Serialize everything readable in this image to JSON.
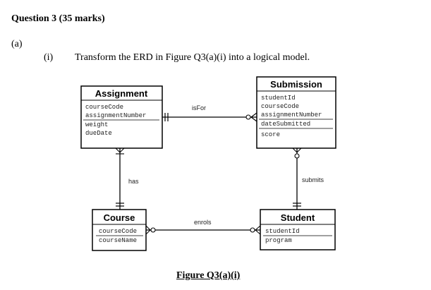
{
  "question": {
    "title": "Question 3 (35 marks)",
    "part": "(a)",
    "subpart": "(i)",
    "instruction": "Transform the ERD in Figure Q3(a)(i) into a logical model."
  },
  "entities": {
    "assignment": {
      "name": "Assignment",
      "attributes": [
        "courseCode",
        "assignmentNumber",
        "weight",
        "dueDate"
      ]
    },
    "submission": {
      "name": "Submission",
      "attributes": [
        "studentId",
        "courseCode",
        "assignmentNumber",
        "dateSubmitted",
        "score"
      ]
    },
    "course": {
      "name": "Course",
      "attributes": [
        "courseCode",
        "courseName"
      ]
    },
    "student": {
      "name": "Student",
      "attributes": [
        "studentId",
        "program"
      ]
    }
  },
  "relationships": {
    "isFor": "isFor",
    "has": "has",
    "submits": "submits",
    "enrols": "enrols"
  },
  "figure_caption": "Figure Q3(a)(i)"
}
